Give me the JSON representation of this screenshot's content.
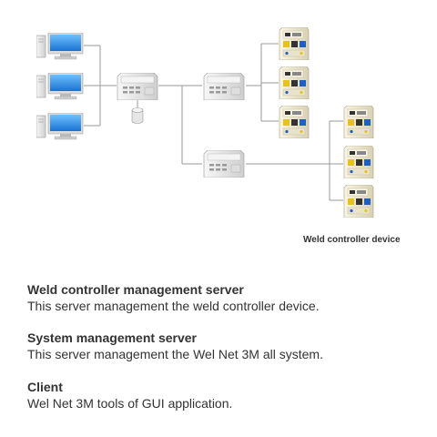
{
  "diagram": {
    "device_caption": "Weld controller device"
  },
  "descriptions": [
    {
      "title": "Weld controller management server",
      "text": "This server management the weld controller device."
    },
    {
      "title": "System management server",
      "text": "This server management the Wel Net 3M all system."
    },
    {
      "title": "Client",
      "text": "Wel Net 3M tools of GUI application."
    }
  ],
  "colors": {
    "line": "#9a9a9a",
    "screen_blue": "#2e8fe0",
    "device_body": "#f1ecd8",
    "server_body": "#eeeeee",
    "device_yellow": "#e8c21a",
    "device_blue": "#1f5fbf"
  }
}
